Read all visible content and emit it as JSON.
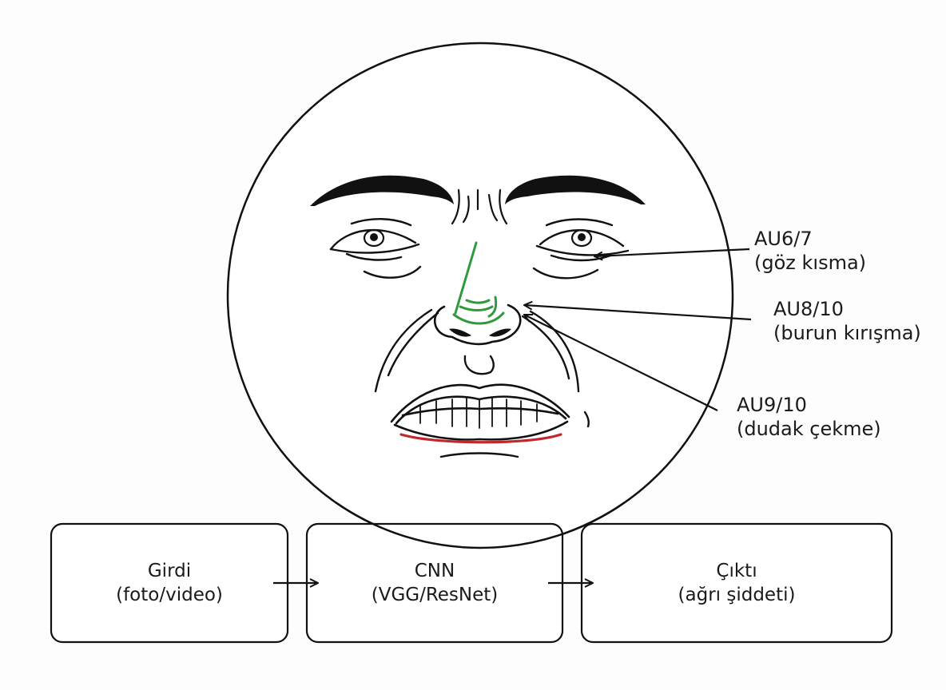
{
  "annotations": [
    {
      "code": "AU6/7",
      "desc": "(göz kısma)"
    },
    {
      "code": "AU8/10",
      "desc": "(burun kırışma)"
    },
    {
      "code": "AU9/10",
      "desc": "(dudak çekme)"
    }
  ],
  "pipeline": [
    {
      "line1": "Girdi",
      "line2": "(foto/video)"
    },
    {
      "line1": "CNN",
      "line2": "(VGG/ResNet)"
    },
    {
      "line1": "Çıktı",
      "line2": "(ağrı şiddeti)"
    }
  ],
  "colors": {
    "ink": "#111111",
    "nose_highlight": "#2e9a3c",
    "lip_highlight": "#c0282d"
  }
}
